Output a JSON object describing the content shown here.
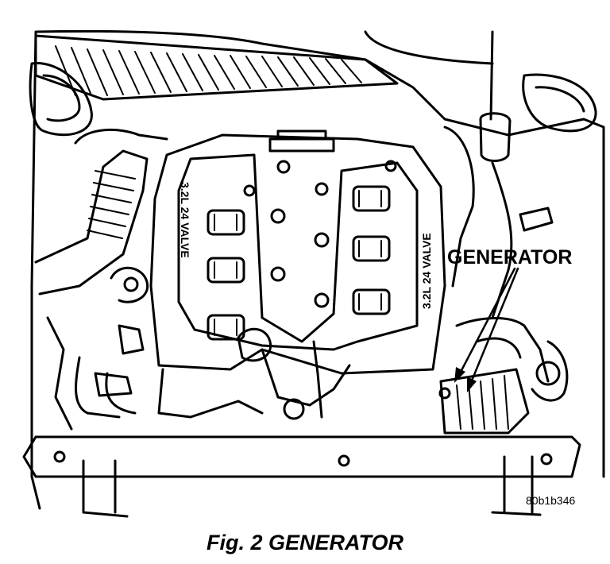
{
  "callout": {
    "label": "GENERATOR"
  },
  "figure": {
    "code": "80b1b346",
    "caption": "Fig. 2 GENERATOR"
  },
  "engine_cover": {
    "left_bank_text": "3.2L 24 VALVE",
    "right_bank_text": "3.2L 24 VALVE"
  },
  "colors": {
    "ink": "#000000",
    "paper": "#ffffff"
  }
}
